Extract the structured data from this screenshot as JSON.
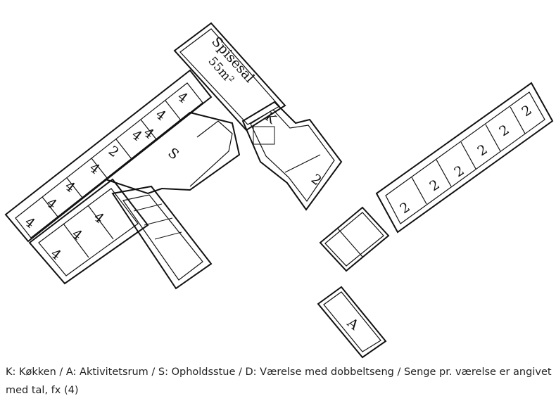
{
  "floorplan": {
    "dining_hall_name": "Spisesal",
    "dining_hall_area": "55m²",
    "kitchen_label": "K",
    "living_room_label": "S",
    "activity_room_label": "A",
    "west_wing_rooms": [
      "4",
      "4",
      "4",
      "4",
      "2",
      "4",
      "4",
      "4",
      "4"
    ],
    "south_wing_rooms": [
      "4",
      "4",
      "4"
    ],
    "kitchen_wing_room": "2",
    "east_wing_rooms": [
      "2",
      "2",
      "2",
      "2",
      "2",
      "2"
    ]
  },
  "caption": "K: Køkken / A: Aktivitetsrum / S: Opholdsstue / D: Værelse med dobbeltseng / Senge pr. værelse er angivet med tal, fx (4)"
}
